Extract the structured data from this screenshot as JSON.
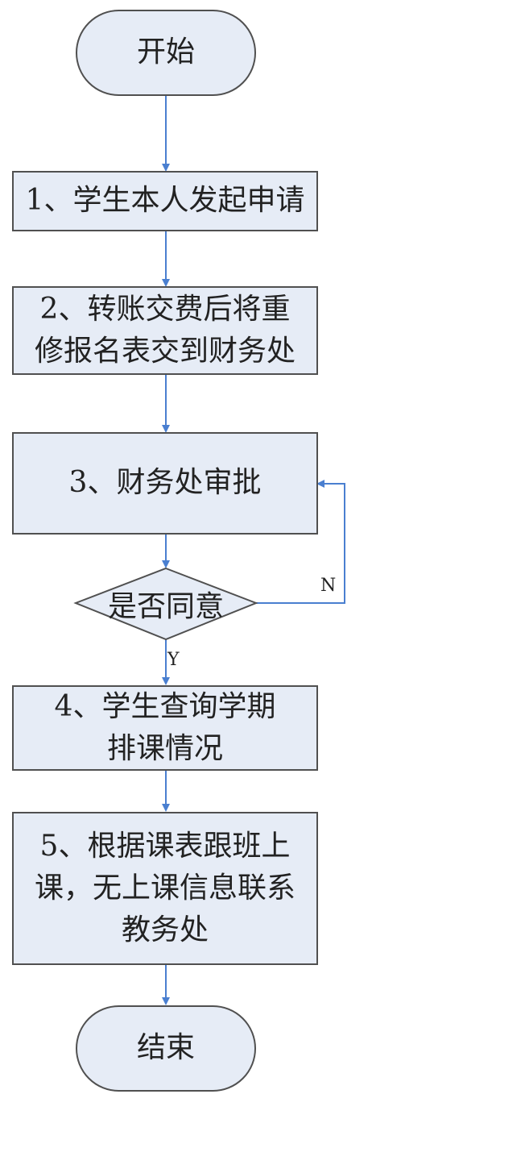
{
  "flowchart": {
    "start": "开始",
    "step1": "1、学生本人发起申请",
    "step2_line1": "2、转账交费后将重",
    "step2_line2": "修报名表交到财务处",
    "step3": "3、财务处审批",
    "decision": "是否同意",
    "no_label": "N",
    "yes_label": "Y",
    "step4_line1": "4、学生查询学期",
    "step4_line2": "排课情况",
    "step5_line1": "5、根据课表跟班上",
    "step5_line2": "课，无上课信息联系",
    "step5_line3": "教务处",
    "end": "结束"
  },
  "colors": {
    "box_fill": "#e6ecf6",
    "box_border": "#505050",
    "arrow": "#4a7fd0"
  }
}
